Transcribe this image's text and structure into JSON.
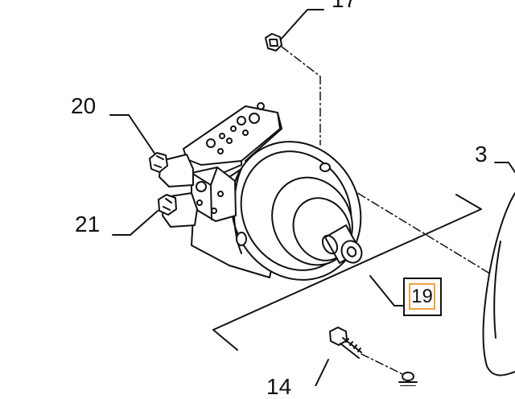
{
  "callouts": {
    "c17": "17",
    "c20": "20",
    "c21": "21",
    "c3": "3",
    "c14": "14",
    "c19": "19"
  },
  "colors": {
    "ink": "#111111",
    "highlight": "#e8a33c",
    "background": "#ffffff"
  }
}
